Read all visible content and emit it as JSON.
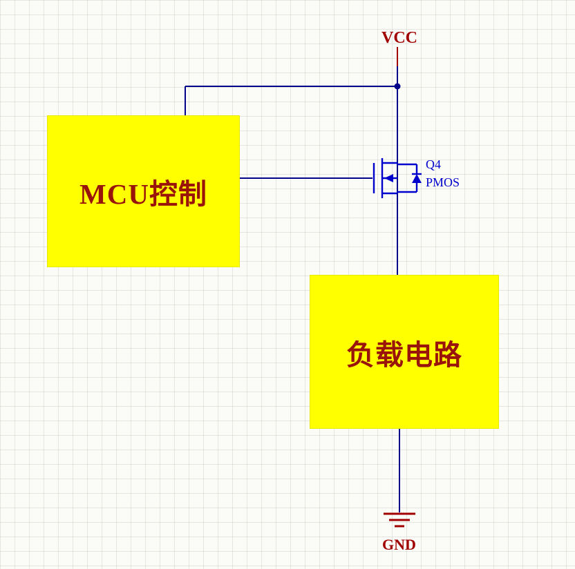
{
  "labels": {
    "vcc": "VCC",
    "gnd": "GND",
    "mcu_box": "MCU控制",
    "load_box": "负载电路",
    "transistor_ref": "Q4",
    "transistor_type": "PMOS"
  },
  "colors": {
    "wire": "#00008b",
    "mosfet_symbol": "#0000cc",
    "power_red": "#a00000",
    "box_fill": "#ffff00",
    "box_text": "#991409",
    "grid_line": "#cbcbc4",
    "background": "#fbfbf7"
  }
}
